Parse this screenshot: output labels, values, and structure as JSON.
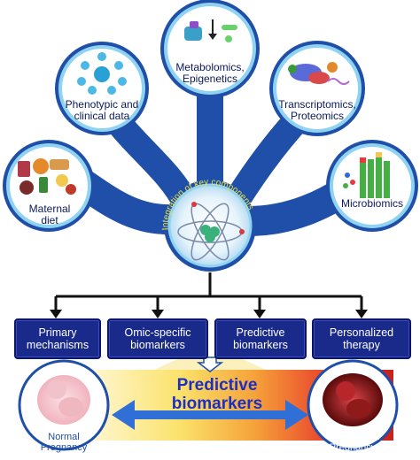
{
  "components": {
    "metabolomics": "Metabolomics,\nEpigenetics",
    "phenotypic": "Phenotypic and\nclinical data",
    "transcriptomics": "Transcriptomics,\nProteomics",
    "maternal_diet": "Maternal\ndiet",
    "microbiomics": "Microbiomics"
  },
  "center_label": "Integration of key components",
  "categories": [
    "Primary\nmechanisms",
    "Omic-specific\nbiomarkers",
    "Predictive\nbiomarkers",
    "Personalized\ntherapy"
  ],
  "predictive": "Predictive\nbiomarkers",
  "outcomes": {
    "normal": "Normal\nPregnancy",
    "complicated": "Complicated\nPregnancy"
  },
  "colors": {
    "stem_blue": "#1f4fa8",
    "ring_light": "#8fd3f2",
    "box_navy": "#1a2a8a",
    "arrow_blue": "#2f6fd6",
    "gradient_yellow": "#fbe26a",
    "gradient_red": "#e8342a"
  }
}
